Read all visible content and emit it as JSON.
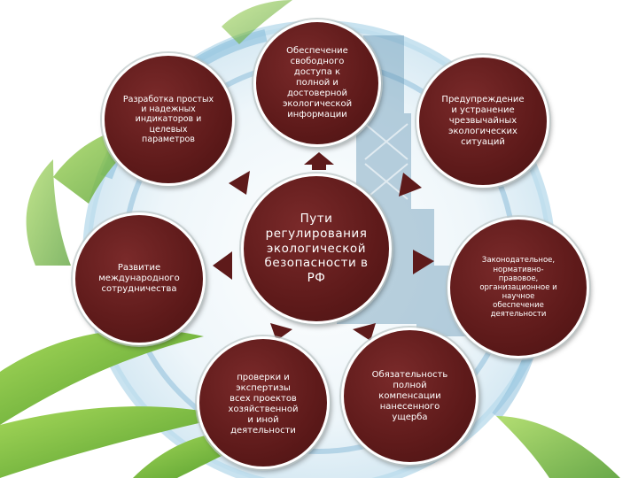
{
  "diagram": {
    "center": {
      "label": "Пути\nрегулирования\nэкологической\nбезопасности в\nРФ"
    },
    "nodes": [
      {
        "id": "top",
        "label": "Обеспечение\nсвободного\nдоступа к\nполной и\nдостоверной\nэкологической\nинформации"
      },
      {
        "id": "top-left",
        "label": "Разработка простых\nи надежных\nиндикаторов и\nцелевых\nпараметров"
      },
      {
        "id": "top-right",
        "label": "Предупреждение\nи устранение\nчрезвычайных\nэкологических\nситуаций"
      },
      {
        "id": "left",
        "label": "Развитие\nмеждународного\nсотрудничества"
      },
      {
        "id": "right",
        "label": "Законодательное,\nнормативно-\nправовое,\nорганизационное и\nнаучное\nобеспечение\nдеятельности"
      },
      {
        "id": "bottom-left",
        "label": "проверки и\nэкспертизы\nвсех проектов\nхозяйственной\nи иной\nдеятельности"
      },
      {
        "id": "bottom-right",
        "label": "Обязательность\nполной\nкомпенсации\nнанесенного\nущерба"
      }
    ]
  },
  "colors": {
    "circle_fill": "#5e1a1a",
    "arrow_fill": "#5e1a1a",
    "ring_blue": "#9fc7df",
    "leaf_green": "#7cc242",
    "text": "#ffffff"
  }
}
